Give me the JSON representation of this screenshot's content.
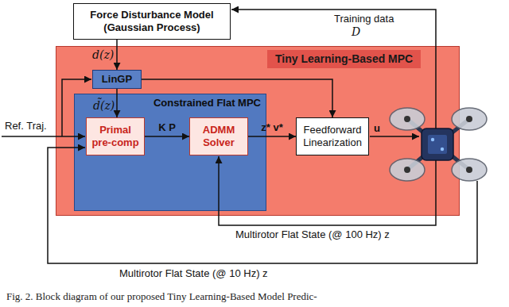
{
  "diagram": {
    "caption": "Fig. 2. Block diagram of our proposed Tiny Learning-Based Model Predic-",
    "nodes": [
      {
        "text": [
          "Force Disturbance Model (Gaussian Process)"
        ]
      },
      {
        "text": [
          "Tiny Learning-Based MPC"
        ]
      },
      {
        "text": [
          "LinGP"
        ],
        "in": 1
      },
      {
        "text": [
          "Constrained Flat MPC"
        ],
        "in": 1
      },
      {
        "text": [
          "Primal pre-comp"
        ],
        "in": 3
      },
      {
        "text": [
          "ADMM Solver"
        ],
        "in": 3
      },
      {
        "text": [
          "Feedforward Linearization"
        ],
        "in": 1
      }
    ],
    "edges": [
      {
        "from": 0,
        "to": 2,
        "arrow": "to",
        "label": "d(z)"
      },
      {
        "from": 2,
        "to": 4,
        "arrow": "to",
        "label": "d̃(z)"
      },
      {
        "from": 2,
        "to": 6,
        "arrow": "to"
      },
      {
        "from": 4,
        "to": 5,
        "arrow": "to",
        "label": "K P"
      },
      {
        "from": 5,
        "to": 6,
        "arrow": "to",
        "label": "z* v*"
      }
    ],
    "labels": [
      "Training data",
      "D",
      "Ref. Traj.",
      "u",
      "Multirotor Flat State (@ 100 Hz) z",
      "Multirotor Flat State (@ 10 Hz) z"
    ]
  }
}
